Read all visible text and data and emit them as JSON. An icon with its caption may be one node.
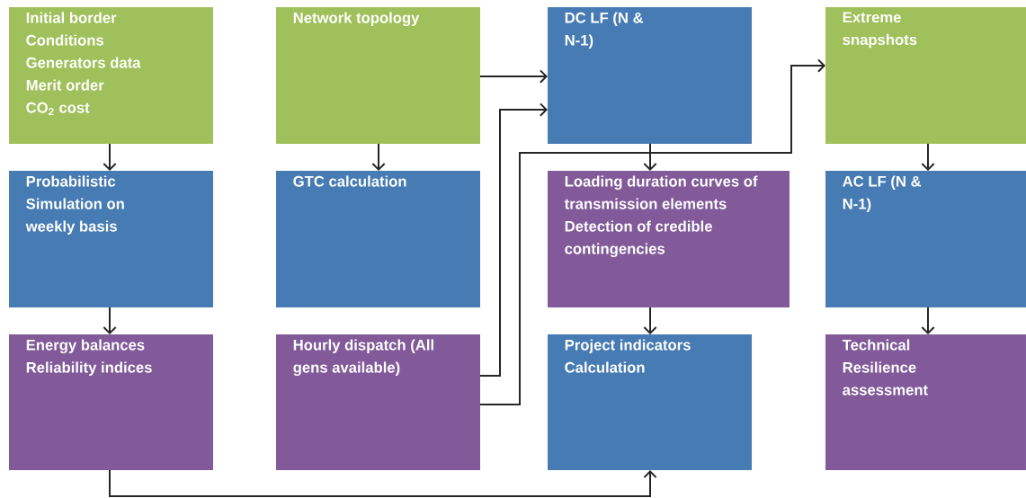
{
  "diagram": {
    "nodes": [
      {
        "text": [
          "Initial border",
          "Conditions",
          "Generators data",
          "Merit order",
          "CO$_{2}$ cost"
        ]
      },
      {
        "text": [
          "Network topology"
        ]
      },
      {
        "text": [
          "DC LF (N & N-1)"
        ]
      },
      {
        "text": [
          "Extreme snapshots"
        ]
      },
      {
        "text": [
          "Probabilistic Simulation on weekly basis"
        ]
      },
      {
        "text": [
          "GTC calculation"
        ]
      },
      {
        "text": [
          "Loading duration curves of transmission elements",
          "Detection of credible contingencies"
        ]
      },
      {
        "text": [
          "AC LF (N & N-1)"
        ]
      },
      {
        "text": [
          "Energy balances",
          "Reliability indices"
        ]
      },
      {
        "text": [
          "Hourly dispatch (All gens available)"
        ]
      },
      {
        "text": [
          "Project indicators",
          "Calculation"
        ]
      },
      {
        "text": [
          "Technical Resilience assessment"
        ]
      }
    ],
    "edges": [
      {
        "from": 0,
        "to": 4,
        "arrow": "to"
      },
      {
        "from": 1,
        "to": 5,
        "arrow": "to"
      },
      {
        "from": 1,
        "to": 2,
        "arrow": "to"
      },
      {
        "from": 2,
        "to": 6,
        "arrow": "to"
      },
      {
        "from": 3,
        "to": 7,
        "arrow": "to"
      },
      {
        "from": 4,
        "to": 8,
        "arrow": "to"
      },
      {
        "from": 6,
        "to": 10,
        "arrow": "to"
      },
      {
        "from": 7,
        "to": 11,
        "arrow": "to"
      },
      {
        "from": 8,
        "to": 10,
        "arrow": "to"
      },
      {
        "from": 9,
        "to": 2,
        "arrow": "to"
      },
      {
        "from": 9,
        "to": 3,
        "arrow": "to"
      }
    ]
  }
}
